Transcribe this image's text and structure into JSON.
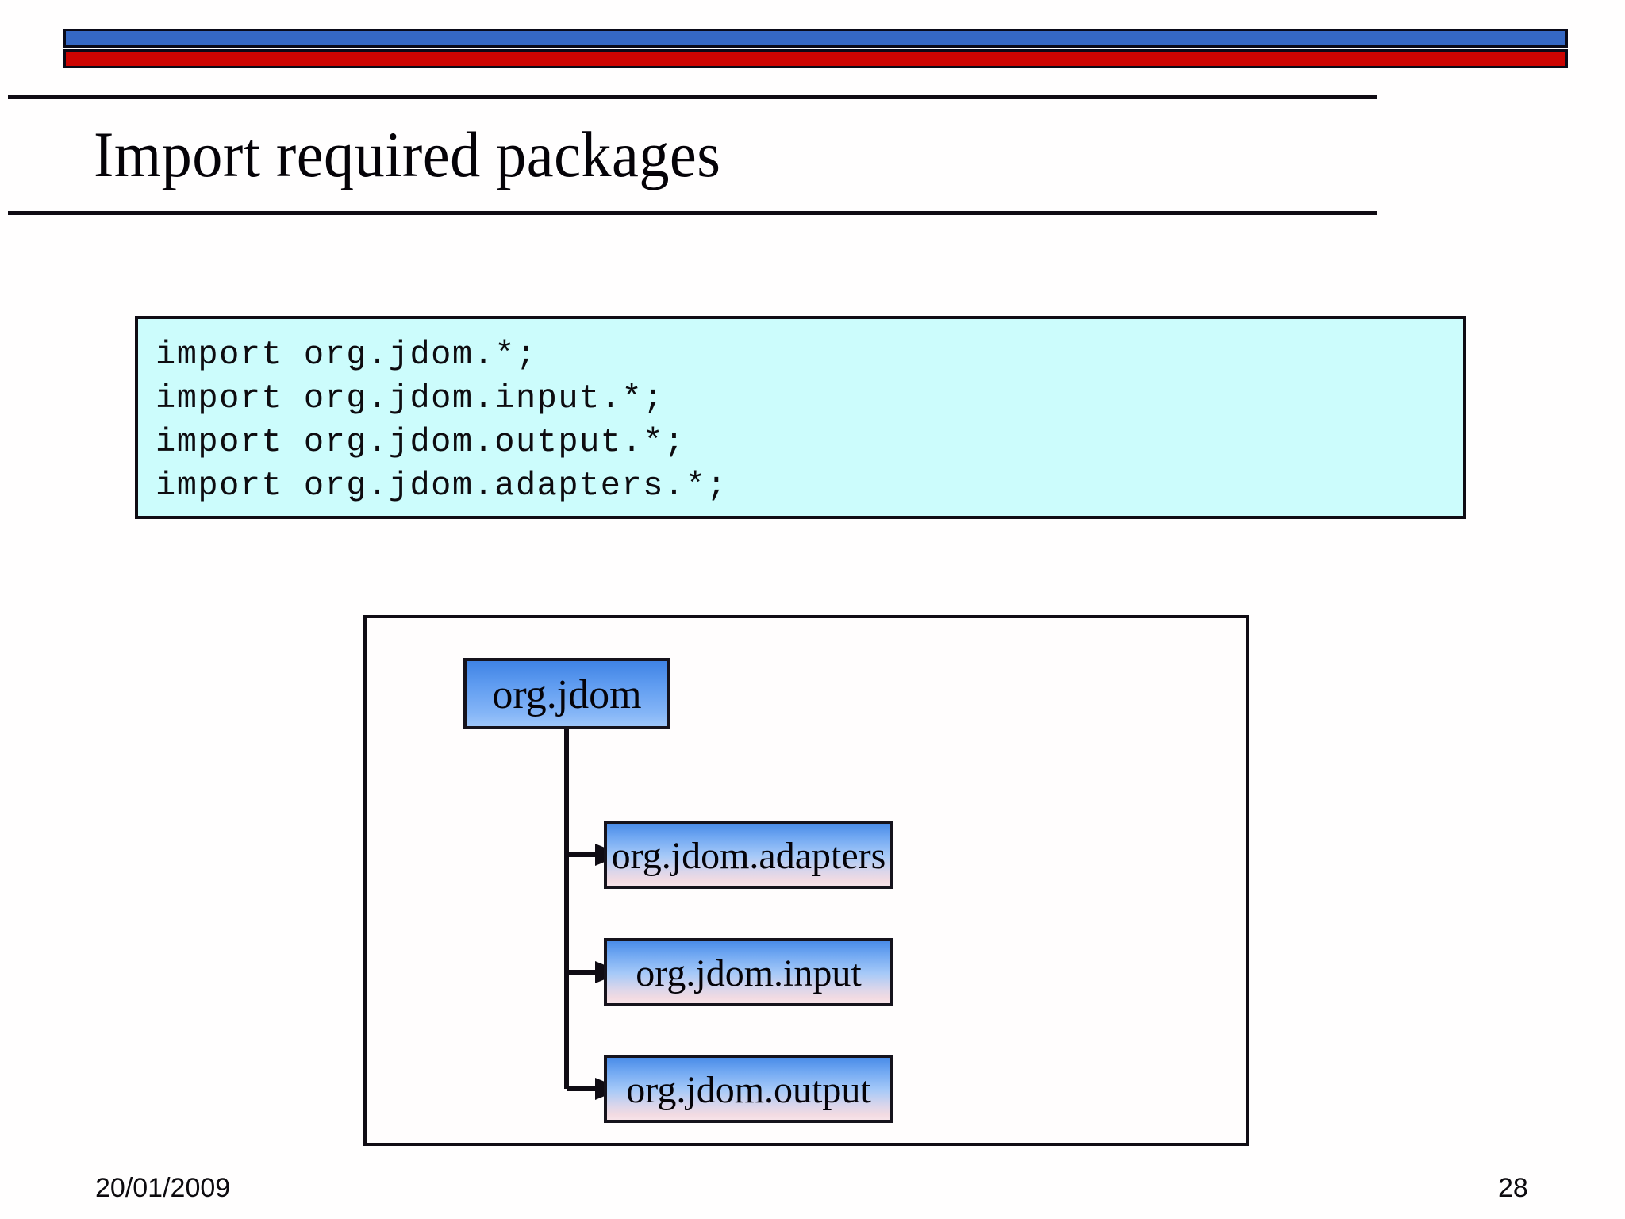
{
  "slide": {
    "title": "Import required packages",
    "accents": {
      "bar_blue": "#3568c4",
      "bar_red": "#cc0402",
      "code_background": "#ccfcfc",
      "node_blue": "#4a8ce8",
      "node_pink": "#f7e3e8",
      "rule_color": "#100c14"
    }
  },
  "code": {
    "lines": [
      "import org.jdom.*;",
      "import org.jdom.input.*;",
      "import org.jdom.output.*;",
      "import org.jdom.adapters.*;"
    ]
  },
  "diagram": {
    "root": {
      "label": "org.jdom"
    },
    "children": [
      {
        "label": "org.jdom.adapters"
      },
      {
        "label": "org.jdom.input"
      },
      {
        "label": "org.jdom.output"
      }
    ]
  },
  "footer": {
    "date": "20/01/2009",
    "page_number": "28"
  }
}
